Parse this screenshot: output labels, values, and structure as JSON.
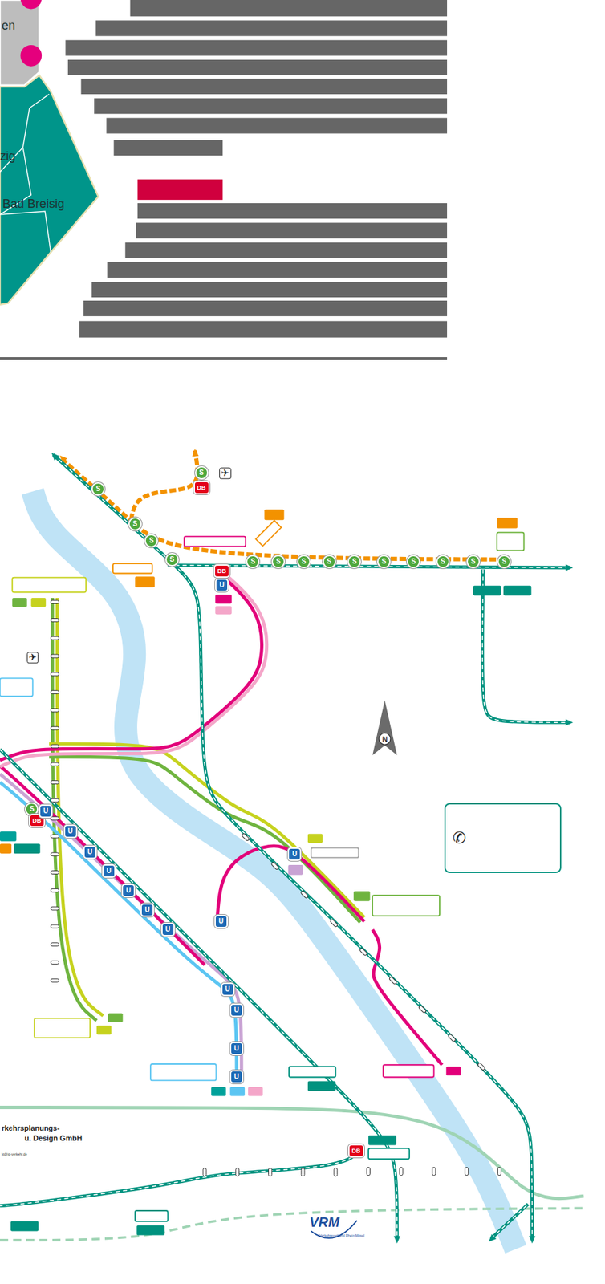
{
  "diagram": {
    "nodes": [
      {
        "text": [
          "✆"
        ]
      }
    ],
    "labels": [
      "en",
      "zig",
      "Bad Breisig",
      "N",
      "rkehrsplanungs-",
      "u. Design GmbH",
      "kt@id-verkehr.de",
      "VRM",
      "Verkehrsverbund Rhein-Mosel",
      "✈",
      "✈",
      "S",
      "S",
      "S",
      "S",
      "S",
      "S",
      "S",
      "S",
      "S",
      "S",
      "S",
      "S",
      "S",
      "S",
      "S",
      "S",
      "DB",
      "DB",
      "DB",
      "DB",
      "U",
      "U",
      "U",
      "U",
      "U",
      "U",
      "U",
      "U",
      "U",
      "U",
      "U",
      "U",
      "U",
      "U"
    ]
  }
}
